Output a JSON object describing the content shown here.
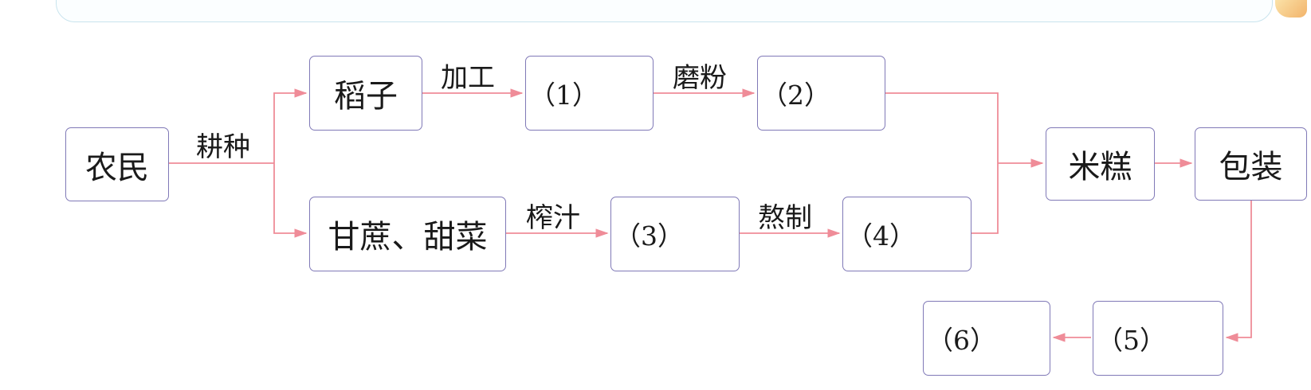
{
  "colors": {
    "node_border": "#8079b7",
    "arrow": "#ef8c98",
    "text": "#1a1a1a"
  },
  "nodes": {
    "farmer": "农民",
    "rice": "稻子",
    "sugarcane_beet": "甘蔗、甜菜",
    "blank1": "（1）",
    "blank2": "（2）",
    "blank3": "（3）",
    "blank4": "（4）",
    "rice_cake": "米糕",
    "packaging": "包装",
    "blank5": "（5）",
    "blank6": "（6）"
  },
  "edges": {
    "cultivate": "耕种",
    "process": "加工",
    "grind": "磨粉",
    "press_juice": "榨汁",
    "boil": "熬制"
  }
}
